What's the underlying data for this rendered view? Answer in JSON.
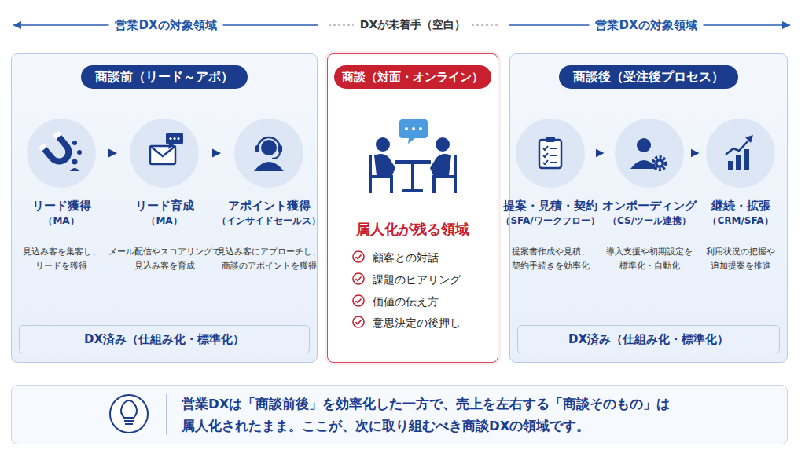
{
  "diagram": {
    "nodes": [
      {
        "text": [
          "商談前（リード～アポ）"
        ]
      },
      {
        "text": [
          "リード獲得",
          "（MA）",
          "見込み客を集客し、 リードを獲得"
        ],
        "in": 0
      },
      {
        "text": [
          "リード育成",
          "（MA）",
          "メール配信やスコアリングで 見込み客を育成"
        ],
        "in": 0
      },
      {
        "text": [
          "アポイント獲得",
          "（インサイドセールス）",
          "見込み客にアプローチし、 商談のアポイントを獲得"
        ],
        "in": 0
      },
      {
        "text": [
          "DX済み（仕組み化・標準化）"
        ],
        "in": 0
      },
      {
        "text": [
          "商談（対面・オンライン）",
          "属人化が残る領域",
          "顧客との対話",
          "課題のヒアリング",
          "価値の伝え方",
          "意思決定の後押し"
        ]
      },
      {
        "text": [
          "商談後（受注後プロセス）"
        ]
      },
      {
        "text": [
          "提案・見積・契約",
          "（SFA/ワークフロー）",
          "提案書作成や見積、 契約手続きを効率化"
        ],
        "in": 6
      },
      {
        "text": [
          "オンボーディング",
          "（CS/ツール連携）",
          "導入支援や初期設定を 標準化・自動化"
        ],
        "in": 6
      },
      {
        "text": [
          "継続・拡張",
          "（CRM/SFA）",
          "利用状況の把握や 追加提案を推進"
        ],
        "in": 6
      },
      {
        "text": [
          "DX済み（仕組み化・標準化）"
        ],
        "in": 6
      },
      {
        "text": [
          "営業DXは「商談前後」を効率化した一方で、売上を左右する「商談そのもの」は 属人化されたまま。ここが、次に取り組むべき商談DXの領域です。"
        ]
      }
    ],
    "edges": [
      {
        "from": 1,
        "to": 2,
        "arrow": "to"
      },
      {
        "from": 2,
        "to": 3,
        "arrow": "to"
      },
      {
        "from": 7,
        "to": 8,
        "arrow": "to"
      },
      {
        "from": 8,
        "to": 9,
        "arrow": "to"
      }
    ],
    "labels": [
      "営業DXの対象領域",
      "DXが未着手（空白）",
      "営業DXの対象領域"
    ]
  }
}
